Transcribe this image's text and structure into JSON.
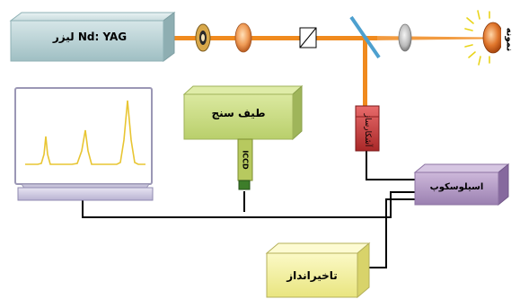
{
  "laser": {
    "label": "Nd: YAG لیزر"
  },
  "sample": {
    "label": "نمونه"
  },
  "spectrometer": {
    "label": "طیف سنج"
  },
  "iccd": {
    "label": "ICCD"
  },
  "detector": {
    "label": "آشکارساز"
  },
  "oscilloscope": {
    "label": "اسیلوسکوپ"
  },
  "delay": {
    "label": "تاخیرانداز"
  },
  "colors": {
    "beam": "#f08a1e",
    "laser_body": "#c2d8da",
    "spectrometer": "#cfe08a",
    "oscilloscope": "#b79ec8",
    "delay": "#f4f1a2",
    "detector": "#cc3a3a",
    "mirror": "#4da0cf",
    "spectrum_line": "#e8c532"
  }
}
